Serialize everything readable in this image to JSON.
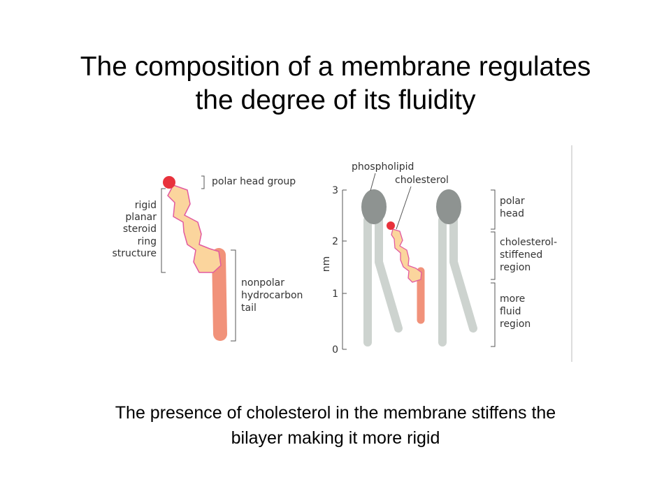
{
  "slide": {
    "title_line1": "The composition of a membrane regulates",
    "title_line2": "the degree of its fluidity",
    "caption_line1": "The presence of cholesterol in the membrane stiffens the",
    "caption_line2": "bilayer making it more rigid"
  },
  "diagram_left": {
    "polar_head_group": "polar head group",
    "ring_label": [
      "rigid",
      "planar",
      "steroid",
      "ring",
      "structure"
    ],
    "tail_label": [
      "nonpolar",
      "hydrocarbon",
      "tail"
    ]
  },
  "diagram_right": {
    "phospholipid": "phospholipid",
    "cholesterol": "cholesterol",
    "axis_unit": "nm",
    "axis_ticks": [
      "3",
      "2",
      "1",
      "0"
    ],
    "region_polar": [
      "polar",
      "head"
    ],
    "region_stiffened": [
      "cholesterol-",
      "stiffened",
      "region"
    ],
    "region_fluid": [
      "more",
      "fluid",
      "region"
    ]
  },
  "colors": {
    "head_dot": "#e8323c",
    "ring_fill": "#fbd59d",
    "ring_stroke": "#e25aa0",
    "tail": "#f1927a",
    "phospholipid_head": "#8e9391",
    "phospholipid_tail": "#cdd3cf",
    "bracket": "#555555"
  }
}
